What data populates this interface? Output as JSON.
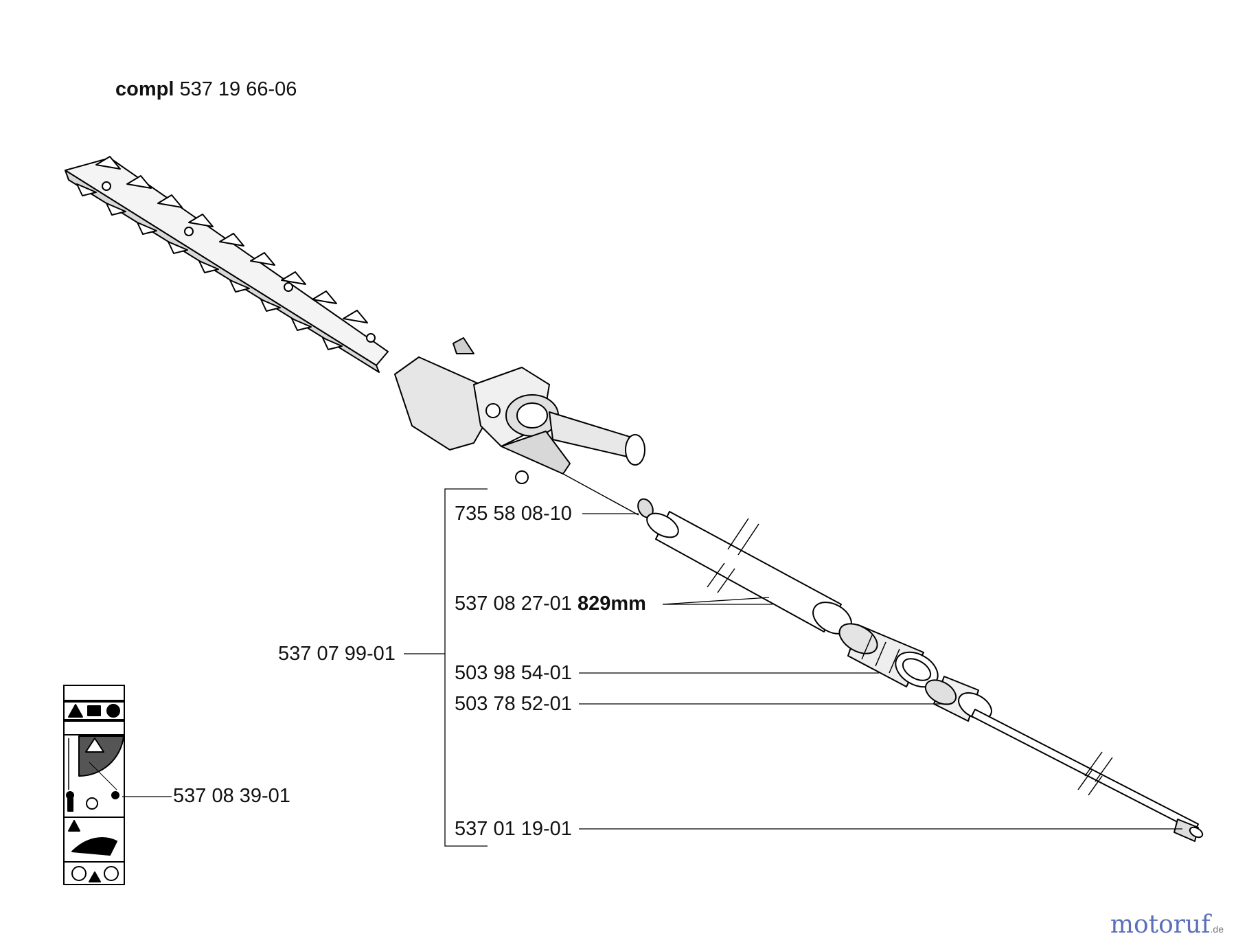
{
  "header": {
    "compl_label": "compl",
    "compl_number": "537 19 66-06"
  },
  "parts": {
    "washer": "735 58 08-10",
    "tube": "537 08 27-01",
    "tube_length": "829mm",
    "assembly": "537 07 99-01",
    "bushing": "503 98 54-01",
    "sleeve": "503 78 52-01",
    "decal": "537 08 39-01",
    "drive_shaft": "537 01 19-01"
  },
  "watermark": {
    "name": "motoruf",
    "tld": ".de"
  }
}
